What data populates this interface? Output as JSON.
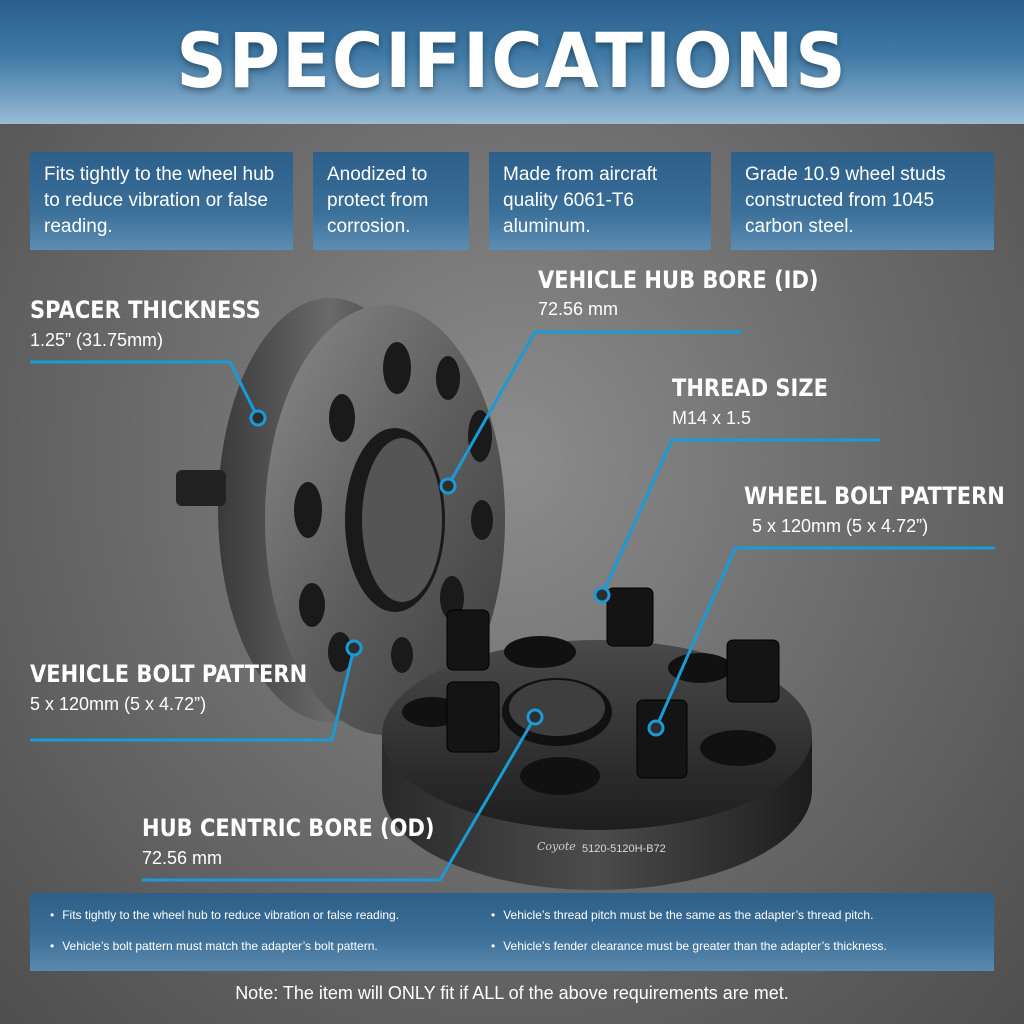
{
  "header": {
    "title": "SPECIFICATIONS"
  },
  "features": [
    {
      "text": "Fits tightly to the wheel hub to reduce vibration or false reading."
    },
    {
      "text": "Anodized to protect from corrosion."
    },
    {
      "text": "Made from aircraft quality 6061-T6 aluminum."
    },
    {
      "text": "Grade 10.9 wheel studs constructed from 1045 carbon steel."
    }
  ],
  "specs": {
    "spacer_thickness": {
      "title": "SPACER THICKNESS",
      "value": "1.25” (31.75mm)"
    },
    "vehicle_hub_bore": {
      "title": "VEHICLE HUB BORE (ID)",
      "value": "72.56 mm"
    },
    "thread_size": {
      "title": "THREAD SIZE",
      "value": "M14 x 1.5"
    },
    "wheel_bolt_pattern": {
      "title": "WHEEL BOLT PATTERN",
      "value": "5 x 120mm (5 x 4.72”)"
    },
    "vehicle_bolt_pattern": {
      "title": "VEHICLE BOLT PATTERN",
      "value": "5 x 120mm (5 x 4.72”)"
    },
    "hub_centric_bore": {
      "title": "HUB CENTRIC BORE (OD)",
      "value": "72.56 mm"
    }
  },
  "product": {
    "logo_text": "Coyote",
    "part_number": "5120-5120H-B72"
  },
  "requirements": [
    "Fits tightly to the wheel hub to reduce vibration or false reading.",
    "Vehicle’s thread pitch must be the same as the adapter’s thread pitch.",
    "Vehicle’s bolt pattern must match the adapter’s bolt pattern.",
    "Vehicle’s fender clearance must be greater than the adapter’s thickness."
  ],
  "footer": {
    "note": "Note: The item will ONLY fit if ALL of the above requirements are met."
  },
  "colors": {
    "accent": "#1a9ad6",
    "band": "#2d5f88"
  }
}
